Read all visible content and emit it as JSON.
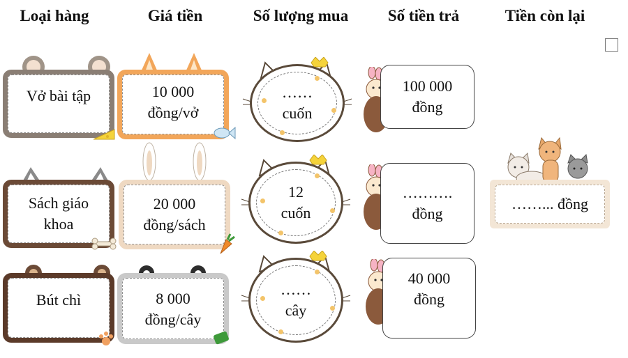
{
  "headers": {
    "item": "Loại hàng",
    "price": "Giá tiền",
    "qty": "Số lượng mua",
    "paid": "Số tiền trả",
    "remain": "Tiền còn lại"
  },
  "rows": [
    {
      "item": "Vở bài tập",
      "price_line1": "10 000",
      "price_line2": "đồng/vở",
      "qty_line1": "……",
      "qty_line2": "cuốn",
      "paid_line1": "100 000",
      "paid_line2": "đồng"
    },
    {
      "item_line1": "Sách giáo",
      "item_line2": "khoa",
      "price_line1": "20 000",
      "price_line2": "đồng/sách",
      "qty_line1": "12",
      "qty_line2": "cuốn",
      "paid_line1": "……….",
      "paid_line2": "đồng"
    },
    {
      "item": "Bút chì",
      "price_line1": "8 000",
      "price_line2": "đồng/cây",
      "qty_line1": "……",
      "qty_line2": "cây",
      "paid_line1": "40 000",
      "paid_line2": "đồng"
    }
  ],
  "remain_value": "……... đồng",
  "colors": {
    "frame_gray": "#7b6f66",
    "frame_orange": "#f2a65a",
    "frame_brown": "#6b4a36",
    "frame_beige": "#efd9c2",
    "frame_dark": "#5b3a29",
    "frame_light": "#c9c9c9",
    "accent_yellow": "#f5d33a"
  }
}
